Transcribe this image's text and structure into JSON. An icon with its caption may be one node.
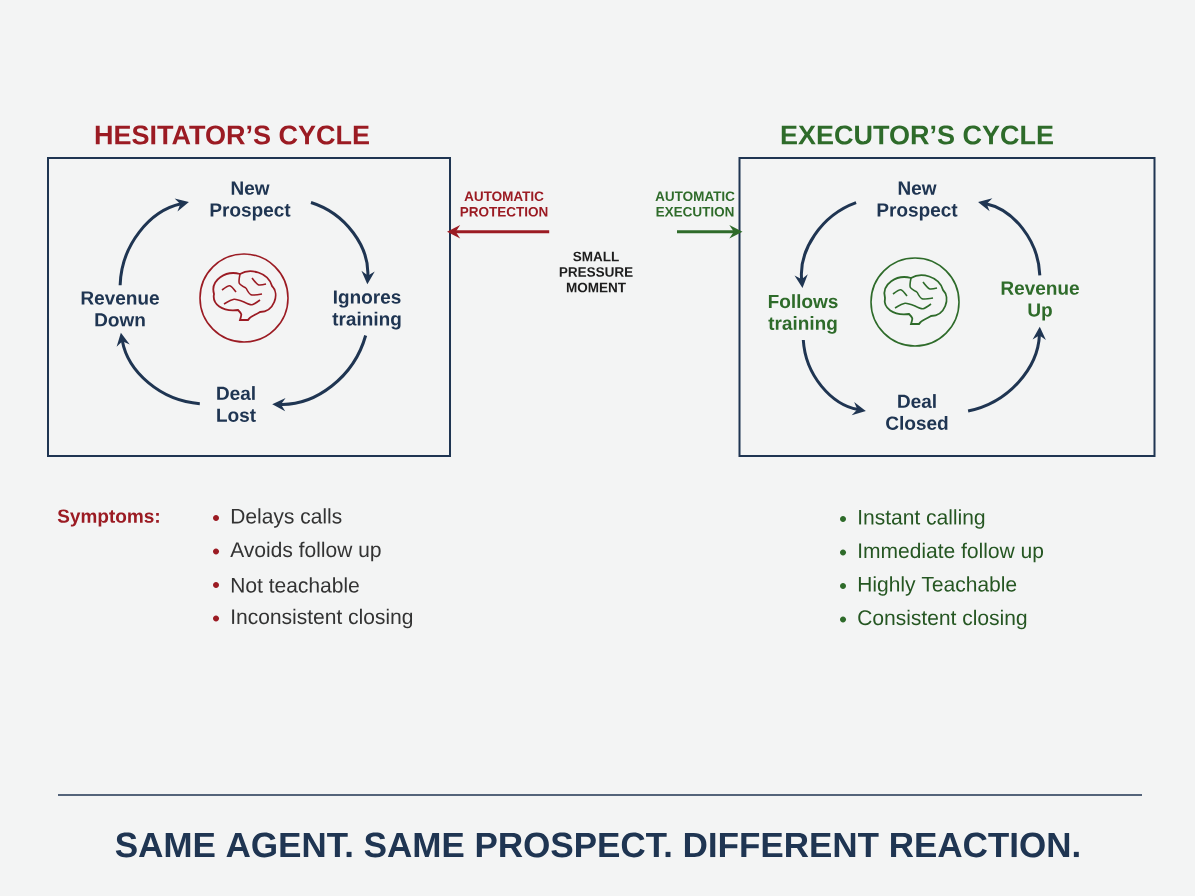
{
  "diagram": {
    "caption": "SAME AGENT. SAME PROSPECT. DIFFERENT REACTION.",
    "nodes": [
      {
        "text": [
          "HESITATOR’S CYCLE"
        ]
      },
      {
        "text": [
          "New Prospect"
        ],
        "in": 0
      },
      {
        "text": [
          "Ignores training"
        ],
        "in": 0
      },
      {
        "text": [
          "Deal Lost"
        ],
        "in": 0
      },
      {
        "text": [
          "Revenue Down"
        ],
        "in": 0
      },
      {
        "text": [
          "AUTOMATIC PROTECTION"
        ]
      },
      {
        "text": [
          "EXECUTOR’S CYCLE"
        ]
      },
      {
        "text": [
          "New Prospect"
        ],
        "in": 6
      },
      {
        "text": [
          "Follows training"
        ],
        "in": 6
      },
      {
        "text": [
          "Deal Closed"
        ],
        "in": 6
      },
      {
        "text": [
          "Revenue Up"
        ],
        "in": 6
      },
      {
        "text": [
          "AUTOMATIC EXECUTION"
        ]
      }
    ],
    "edges": [
      {
        "from": 1,
        "to": 2,
        "arrow": "to"
      },
      {
        "from": 2,
        "to": 3,
        "arrow": "to"
      },
      {
        "from": 3,
        "to": 4,
        "arrow": "to"
      },
      {
        "from": 4,
        "to": 1,
        "arrow": "to"
      },
      {
        "from": 7,
        "to": 8,
        "arrow": "to"
      },
      {
        "from": 8,
        "to": 9,
        "arrow": "to"
      },
      {
        "from": 9,
        "to": 10,
        "arrow": "to"
      },
      {
        "from": 10,
        "to": 7,
        "arrow": "to"
      },
      {
        "from": 5,
        "to": 0,
        "arrow": "to",
        "color": "#9b1b23"
      },
      {
        "from": 11,
        "to": 6,
        "arrow": "to",
        "color": "#2e6b2a"
      }
    ],
    "labels": [
      "SMALL PRESSURE MOMENT",
      "Symptoms:",
      "Delays calls",
      "Avoids follow up",
      "Not teachable",
      "Inconsistent closing",
      "Instant calling",
      "Immediate follow up",
      "Highly Teachable",
      "Consistent closing"
    ]
  }
}
